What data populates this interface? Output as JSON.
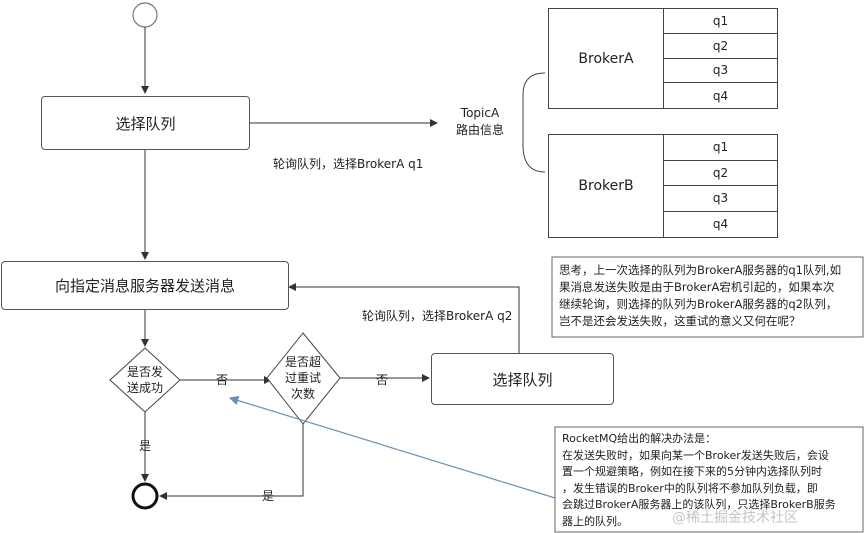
{
  "nodes": {
    "select_queue_1": "选择队列",
    "send_message": "向指定消息服务器发送消息",
    "send_success": [
      "是否发",
      "送成功"
    ],
    "retry_exceeded": [
      "是否超",
      "过重试",
      "次数"
    ],
    "select_queue_2": "选择队列"
  },
  "topic": [
    "TopicA",
    "路由信息"
  ],
  "brokers": [
    {
      "name": "BrokerA",
      "queues": [
        "q1",
        "q2",
        "q3",
        "q4"
      ]
    },
    {
      "name": "BrokerB",
      "queues": [
        "q1",
        "q2",
        "q3",
        "q4"
      ]
    }
  ],
  "edge_labels": {
    "poll_q1": "轮询队列，选择BrokerA q1",
    "poll_q2": "轮询队列，选择BrokerA q2",
    "no_1": "否",
    "no_2": "否",
    "yes_1": "是",
    "yes_2": "是"
  },
  "notes": {
    "question": [
      "思考，上一次选择的队列为BrokerA服务器的q1队列,如",
      "果消息发送失败是由于BrokerA宕机引起的，如果本次",
      "继续轮询，则选择的队列为BrokerA服务器的q2队列，",
      "岂不是还会发送失败，这重试的意义又何在呢？"
    ],
    "solution": [
      "RocketMQ给出的解决办法是：",
      "在发送失败时，如果向某一个Broker发送失败后，会设",
      "置一个规避策略，例如在接下来的5分钟内选择队列时",
      "，发生错误的Broker中的队列将不参加队列负载，即",
      "会跳过BrokerA服务器上的该队列，只选择BrokerB服务",
      "器上的队列。"
    ]
  },
  "watermark": "@稀土掘金技术社区"
}
